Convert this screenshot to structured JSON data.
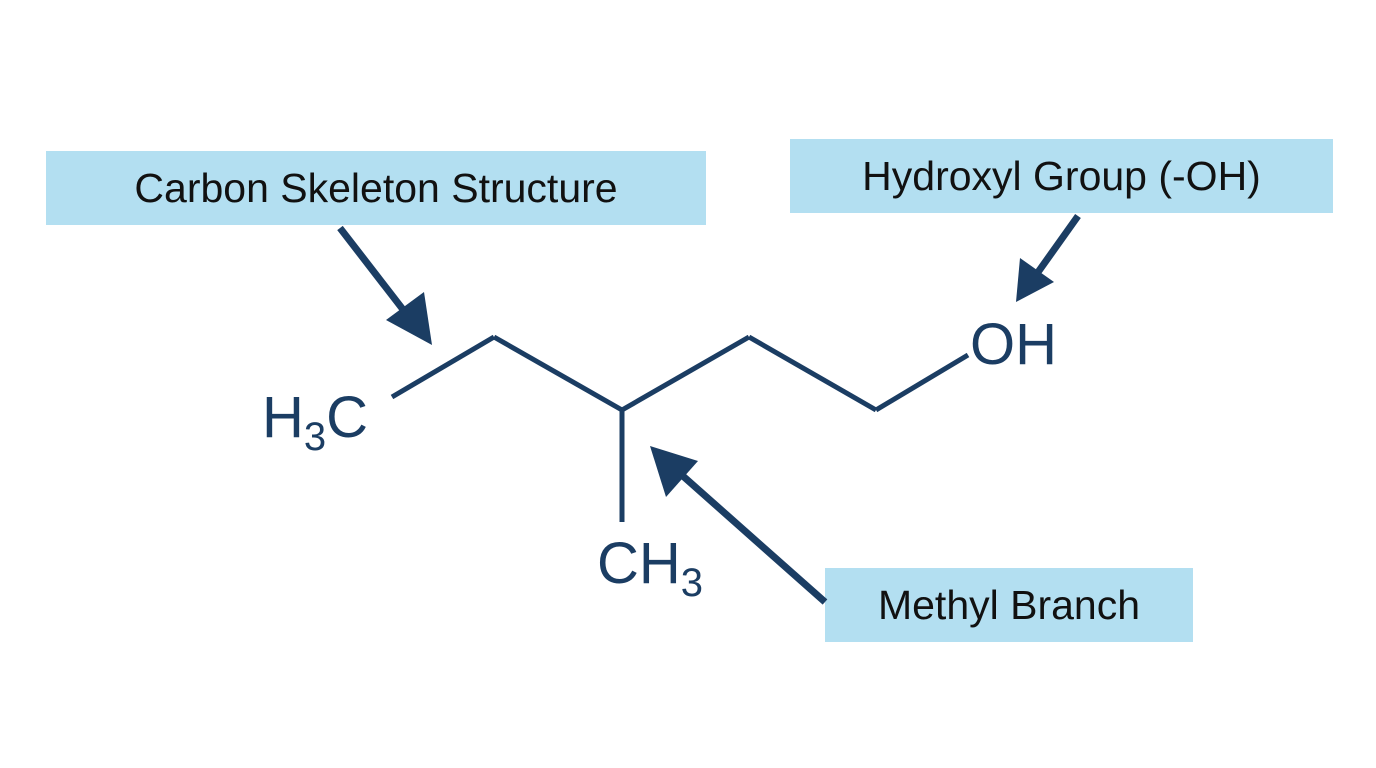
{
  "colors": {
    "ink": "#1b3d63",
    "callout_fill": "#b3dff1",
    "callout_text": "#111111",
    "background": "#ffffff"
  },
  "callouts": {
    "skeleton": "Carbon Skeleton Structure",
    "hydroxyl": "Hydroxyl Group (-OH)",
    "methyl": "Methyl Branch"
  },
  "atoms": {
    "terminal_methyl": {
      "symbol": "H",
      "subscript": "3",
      "suffix": "C"
    },
    "branch_methyl": {
      "symbol": "CH",
      "subscript": "3"
    },
    "hydroxyl": "OH"
  }
}
